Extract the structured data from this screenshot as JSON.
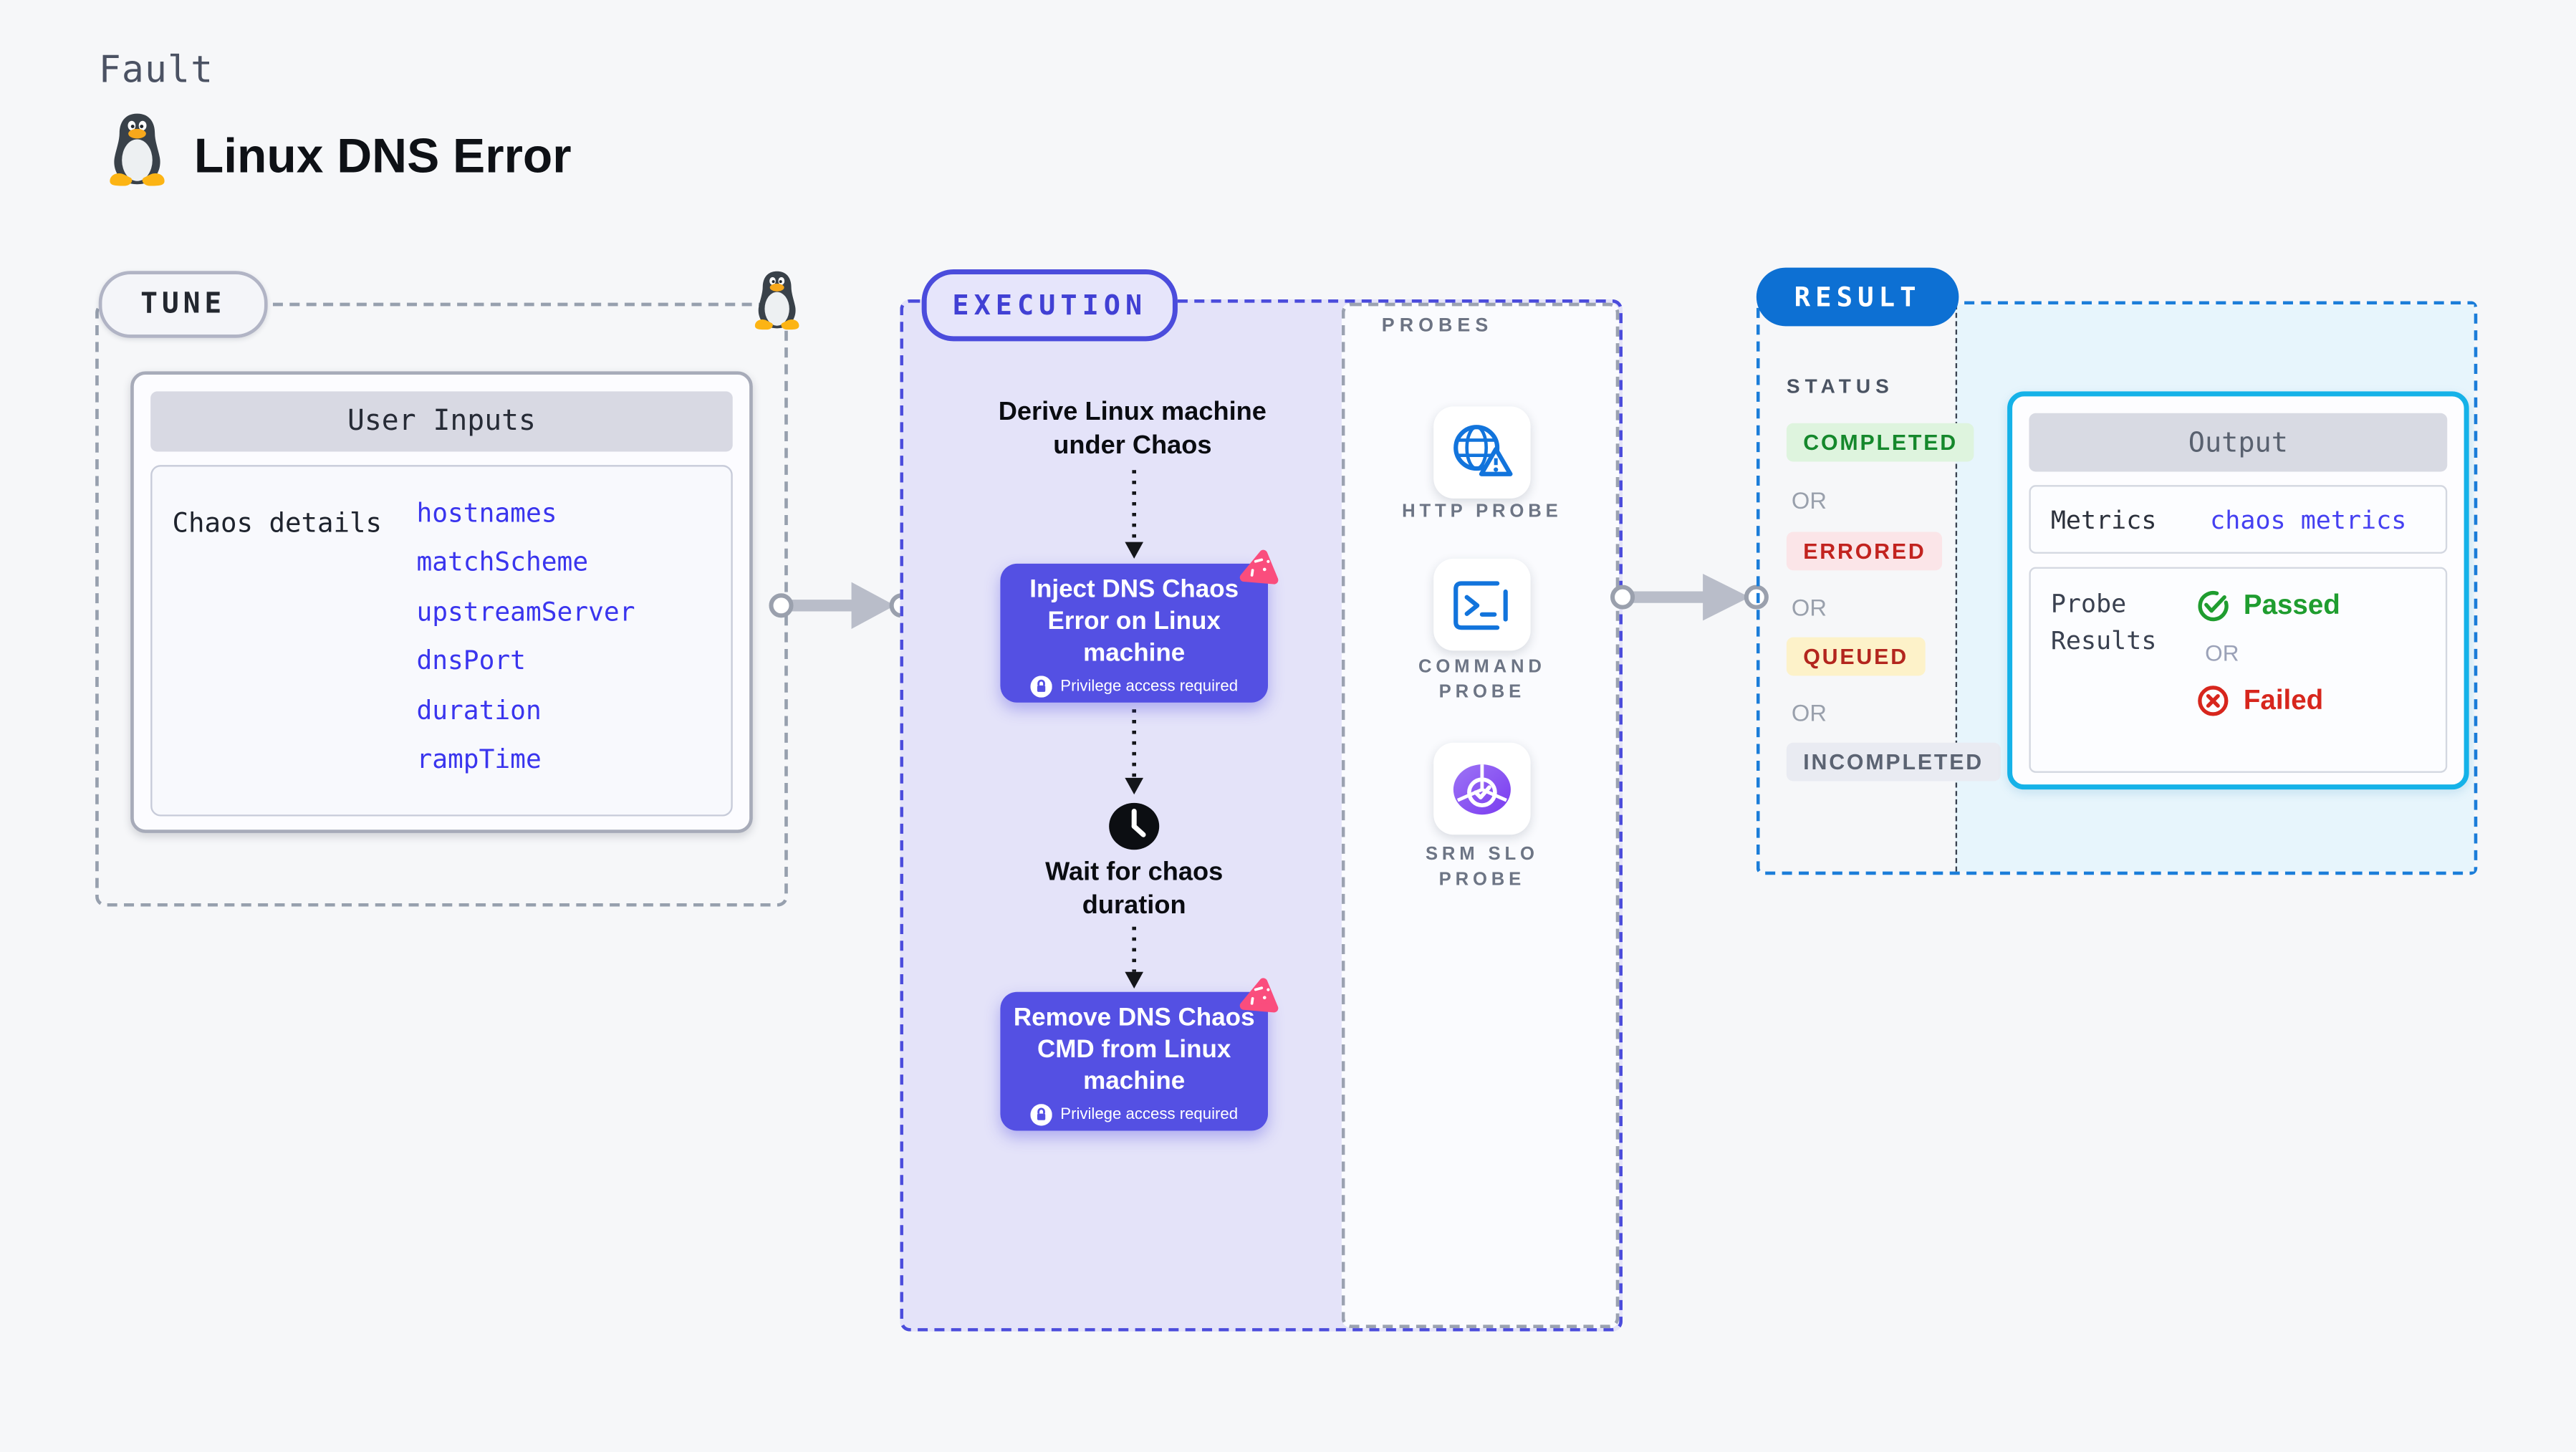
{
  "page": {
    "bg": "#f6f7f9",
    "kicker": "Fault",
    "title": "Linux DNS Error"
  },
  "tune": {
    "pill": "TUNE",
    "user_inputs": {
      "header": "User Inputs",
      "row_label": "Chaos details",
      "values": [
        "hostnames",
        "matchScheme",
        "upstreamServer",
        "dnsPort",
        "duration",
        "rampTime"
      ],
      "value_color": "#3a35ee"
    }
  },
  "execution": {
    "pill": "EXECUTION",
    "accent": "#4b4cdc",
    "node_color": "#5450e3",
    "steps": {
      "derive": "Derive Linux machine\nunder Chaos",
      "inject": "Inject DNS Chaos\nError on Linux\nmachine",
      "inject_note": "Privilege access required",
      "wait": "Wait for chaos\nduration",
      "remove": "Remove DNS Chaos\nCMD from Linux\nmachine",
      "remove_note": "Privilege access required"
    }
  },
  "probes": {
    "label": "PROBES",
    "items": [
      {
        "label": "HTTP PROBE",
        "icon": "globe-warning-icon"
      },
      {
        "label": "COMMAND\nPROBE",
        "icon": "terminal-icon"
      },
      {
        "label": "SRM SLO\nPROBE",
        "icon": "slo-donut-icon"
      }
    ]
  },
  "result": {
    "pill": "RESULT",
    "pill_color": "#0d70d3",
    "status_label": "STATUS",
    "or_label": "OR",
    "statuses": [
      {
        "label": "COMPLETED",
        "color": "#15882c",
        "bg": "#def4de"
      },
      {
        "label": "ERRORED",
        "color": "#c2231f",
        "bg": "#fbe5e8"
      },
      {
        "label": "QUEUED",
        "color": "#b3261e",
        "bg": "#fdf2c9"
      },
      {
        "label": "INCOMPLETED",
        "color": "#5b6372",
        "bg": "#e9ebf2"
      }
    ],
    "output": {
      "border": "#15b2e8",
      "header": "Output",
      "metrics_label": "Metrics",
      "metrics_value": "chaos metrics",
      "probe_results_label": "Probe\nResults",
      "passed": "Passed",
      "or": "OR",
      "failed": "Failed",
      "passed_color": "#1f9d2f",
      "failed_color": "#d7261d"
    }
  }
}
